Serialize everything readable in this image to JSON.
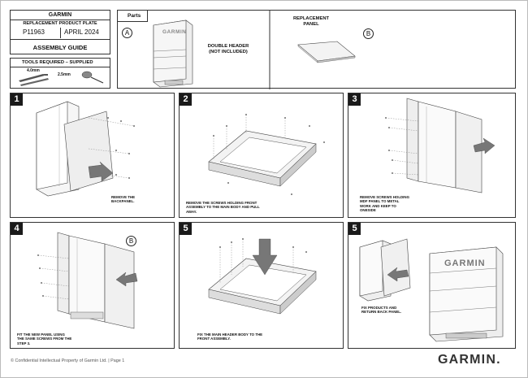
{
  "header": {
    "brand": "GARMIN",
    "doc_title": "REPLACEMENT PRODUCT PLATE",
    "part_number": "P11963",
    "date": "APRIL 2024",
    "guide_title": "ASSEMBLY GUIDE"
  },
  "tools": {
    "title": "TOOLS REQUIRED – SUPPLIED",
    "allen_small": "4.0mm",
    "allen_large": "2.5mm"
  },
  "parts": {
    "title": "Parts",
    "a_marker": "A",
    "a_label_line1": "DOUBLE HEADER",
    "a_label_line2": "(NOT INCLUDED)",
    "a_screen_text": "GARMIN",
    "b_label_line1": "REPLACEMENT",
    "b_label_line2": "PANEL",
    "b_marker": "B"
  },
  "steps": [
    {
      "number": "1",
      "caption": "REMOVE THE BACKPANEL."
    },
    {
      "number": "2",
      "caption": "REMOVE THE SCREWS HOLDING FRONT ASSEMBLY TO THE MAIN BODY AND PULL AWAY."
    },
    {
      "number": "3",
      "caption": "REMOVE SCREWS HOLDING MDF PANEL TO METAL WORK AND KEEP TO ONESIDE"
    },
    {
      "number": "4",
      "caption": "FIT THE NEW PANEL USING THE SAME SCREWS FROM THE STEP 3.",
      "marker": "B"
    },
    {
      "number": "5",
      "caption": "FIX THE MAIN HEADER BODY TO THE FRONT ASSEMBLY."
    },
    {
      "number": "5",
      "caption": "FIX PRODUCTS AND RETURN BACK PANEL.",
      "screen_text": "GARMIN"
    }
  ],
  "footer": {
    "notice": "© Confidential Intellectual Property of Garmin Ltd. | Page 1",
    "logo": "GARMIN."
  }
}
